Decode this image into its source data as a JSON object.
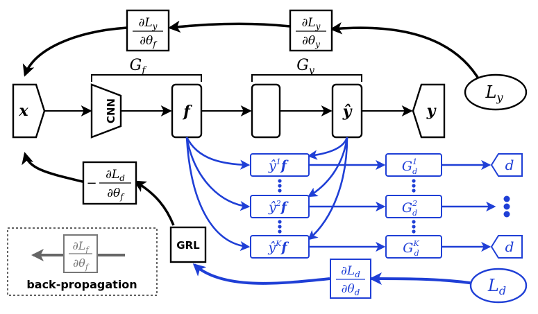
{
  "nodes": {
    "x": "x",
    "cnn": "CNN",
    "f": "f",
    "y_hat": "ŷ",
    "y": "y",
    "grl": "GRL",
    "l_y": "L",
    "l_y_sub": "y",
    "l_d": "L",
    "l_d_sub": "d"
  },
  "brackets": {
    "g_f": "G",
    "g_f_sub": "f",
    "g_y": "G",
    "g_y_sub": "y"
  },
  "gradients": {
    "d": "∂",
    "l": "L",
    "theta": "θ",
    "sub_y": "y",
    "sub_f": "f",
    "sub_d": "d",
    "minus": "−"
  },
  "domain_branch": {
    "products": [
      {
        "hat": "ŷ",
        "index": "1",
        "vec": "f"
      },
      {
        "hat": "ŷ",
        "index": "2",
        "vec": "f"
      },
      {
        "hat": "ŷ",
        "index": "K",
        "vec": "f"
      }
    ],
    "classifiers": [
      {
        "name": "G",
        "sub": "d",
        "sup": "1"
      },
      {
        "name": "G",
        "sub": "d",
        "sup": "2"
      },
      {
        "name": "G",
        "sub": "d",
        "sup": "K"
      }
    ],
    "outputs": [
      "d",
      "d"
    ]
  },
  "legend": {
    "label": "back-propagation"
  },
  "colors": {
    "forward": "#000000",
    "domain": "#1f3fd6",
    "legend_grey": "#777777"
  }
}
